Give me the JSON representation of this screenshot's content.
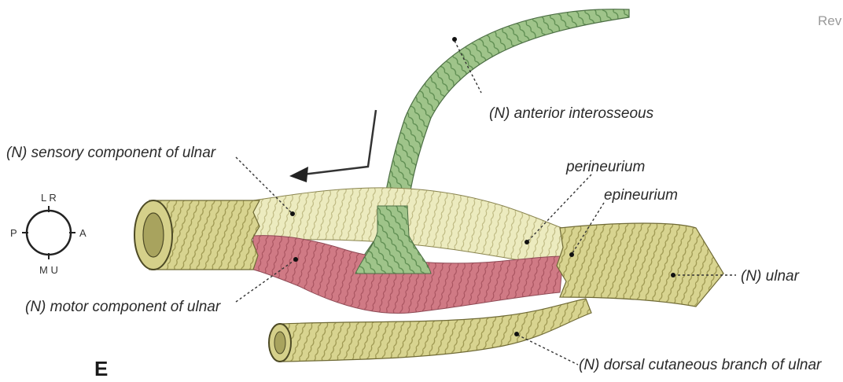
{
  "corner_text": "Rev",
  "panel_letter": "E",
  "orientation": {
    "top": "L R",
    "bottom": "M U",
    "left": "P",
    "right": "A"
  },
  "labels": {
    "anterior_interosseous": "(N) anterior interosseous",
    "sensory_component": "(N) sensory component of ulnar",
    "perineurium": "perineurium",
    "epineurium": "epineurium",
    "ulnar": "(N) ulnar",
    "motor_component": "(N) motor component of ulnar",
    "dorsal_cutaneous": "(N) dorsal cutaneous branch of ulnar"
  },
  "colors": {
    "nerve_yellow": "#d8d490",
    "pale_yellow": "#ecebbf",
    "motor_red": "#d07a85",
    "interosseous_green": "#9fc48a"
  }
}
